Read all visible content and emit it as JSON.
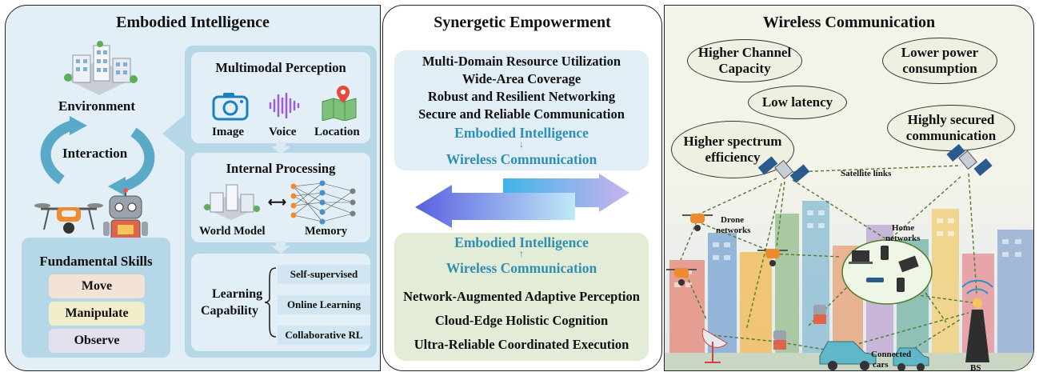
{
  "left": {
    "title": "Embodied Intelligence",
    "environment": "Environment",
    "interaction": "Interaction",
    "fundamental_skills": {
      "title": "Fundamental Skills",
      "items": [
        "Move",
        "Manipulate",
        "Observe"
      ]
    },
    "multimodal": {
      "title": "Multimodal Perception",
      "labels": [
        "Image",
        "Voice",
        "Location"
      ]
    },
    "internal": {
      "title": "Internal Processing",
      "labels": [
        "World Model",
        "Memory"
      ]
    },
    "learning": {
      "title_line1": "Learning",
      "title_line2": "Capability",
      "items": [
        "Self-supervised",
        "Online Learning",
        "Collaborative RL"
      ]
    }
  },
  "middle": {
    "title": "Synergetic Empowerment",
    "top_items": [
      "Multi-Domain Resource Utilization",
      "Wide-Area Coverage",
      "Robust and Resilient Networking",
      "Secure and Reliable Communication"
    ],
    "top_from": "Embodied Intelligence",
    "top_arrow": "↓",
    "top_to": "Wireless Communication",
    "bottom_from": "Embodied Intelligence",
    "bottom_arrow": "↑",
    "bottom_to": "Wireless Communication",
    "bottom_items": [
      "Network-Augmented Adaptive Perception",
      "Cloud-Edge Holistic Cognition",
      "Ultra-Reliable Coordinated Execution"
    ]
  },
  "right": {
    "title": "Wireless Communication",
    "clouds": {
      "capacity": "Higher Channel Capacity",
      "power": "Lower power consumption",
      "latency": "Low latency",
      "secured": "Highly secured communication",
      "spectrum": "Higher spectrum efficiency"
    },
    "labels": {
      "satellite": "Satellite links",
      "drone_line1": "Drone",
      "drone_line2": "networks",
      "home_line1": "Home",
      "home_line2": "networks",
      "cars_line1": "Connected",
      "cars_line2": "cars",
      "bs": "BS"
    }
  },
  "colors": {
    "left_panel": "#e2eff7",
    "left_column": "#b6d7e8",
    "middle_top": "#e1eef5",
    "middle_bottom": "#e3ecd6",
    "right_panel": "#f4f3ea",
    "accent_blue": "#2f8fb2",
    "move": "#f3e2d6",
    "manipulate": "#f1ecc9",
    "observe": "#e3e1ee"
  }
}
